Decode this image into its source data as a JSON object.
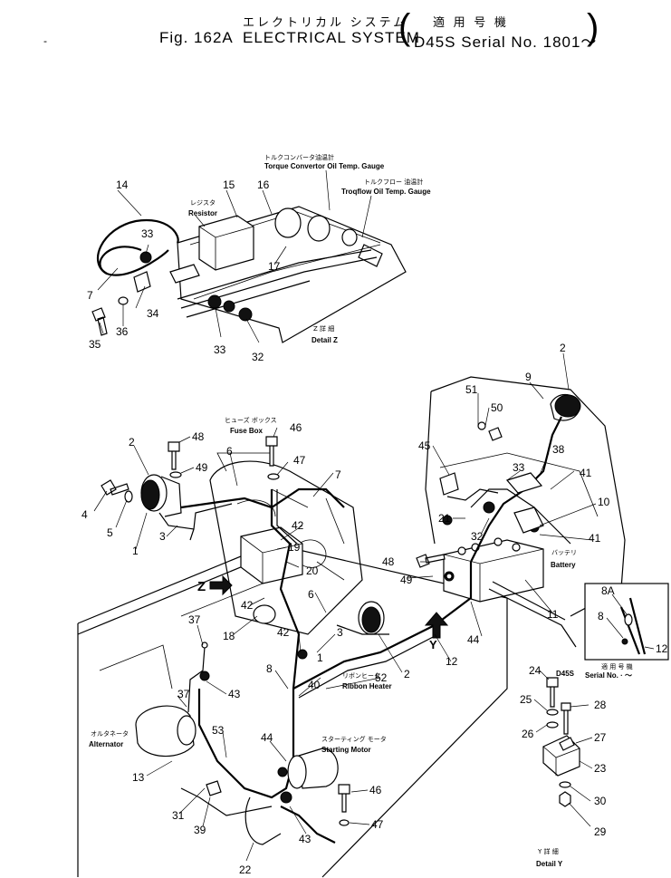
{
  "header": {
    "title_jp": "エレクトリカル システム",
    "fig_label": "Fig. 162A",
    "title": "ELECTRICAL SYSTEM",
    "applic_jp": "適 用 号 機",
    "serial": "D45S Serial No. 1801～"
  },
  "detail_z": {
    "jp_resistor": "レジスタ",
    "resistor": "Resistor",
    "jp_torque": "トルクコンバータ油温計",
    "torque_gauge": "Torque Convertor Oil Temp. Gauge",
    "jp_troq": "トルクフロー 油温計",
    "troq_gauge": "Troqflow Oil Temp. Gauge",
    "caption_jp": "Z 詳 細",
    "caption": "Detail Z",
    "callouts": [
      "14",
      "15",
      "16",
      "17",
      "7",
      "33",
      "34",
      "35",
      "36",
      "33",
      "32"
    ]
  },
  "main": {
    "jp_fuse": "ヒューズ ボックス",
    "fuse_box": "Fuse Box",
    "jp_battery": "バッテリ",
    "battery": "Battery",
    "jp_ribbon": "リボンヒータ",
    "ribbon_heater": "Ribbon Heater",
    "jp_starting": "スターティング モータ",
    "starting_motor": "Starting Motor",
    "jp_alternator": "オルタネータ",
    "alternator": "Alternator",
    "arrow_z": "Z",
    "arrow_y": "Y",
    "callouts": [
      "2",
      "48",
      "46",
      "49",
      "47",
      "6",
      "7",
      "4",
      "5",
      "1",
      "3",
      "42",
      "19",
      "20",
      "6",
      "42",
      "18",
      "37",
      "42",
      "37",
      "43",
      "8",
      "40",
      "52",
      "53",
      "44",
      "13",
      "31",
      "39",
      "22",
      "43",
      "46",
      "47",
      "1",
      "3",
      "2",
      "12",
      "48",
      "49",
      "44",
      "51",
      "50",
      "45",
      "33",
      "38",
      "41",
      "10",
      "21",
      "32",
      "41",
      "11",
      "9",
      "2"
    ]
  },
  "inset": {
    "callouts": [
      "8A",
      "8",
      "12"
    ],
    "jp_applic": "適 用 号 機",
    "applic": "Serial No.   ·   ～"
  },
  "detail_y": {
    "callouts": [
      "24",
      "28",
      "25",
      "26",
      "27",
      "23",
      "30",
      "29"
    ],
    "d45s": "D45S",
    "caption_jp": "Y 詳 細",
    "caption": "Detail Y"
  }
}
